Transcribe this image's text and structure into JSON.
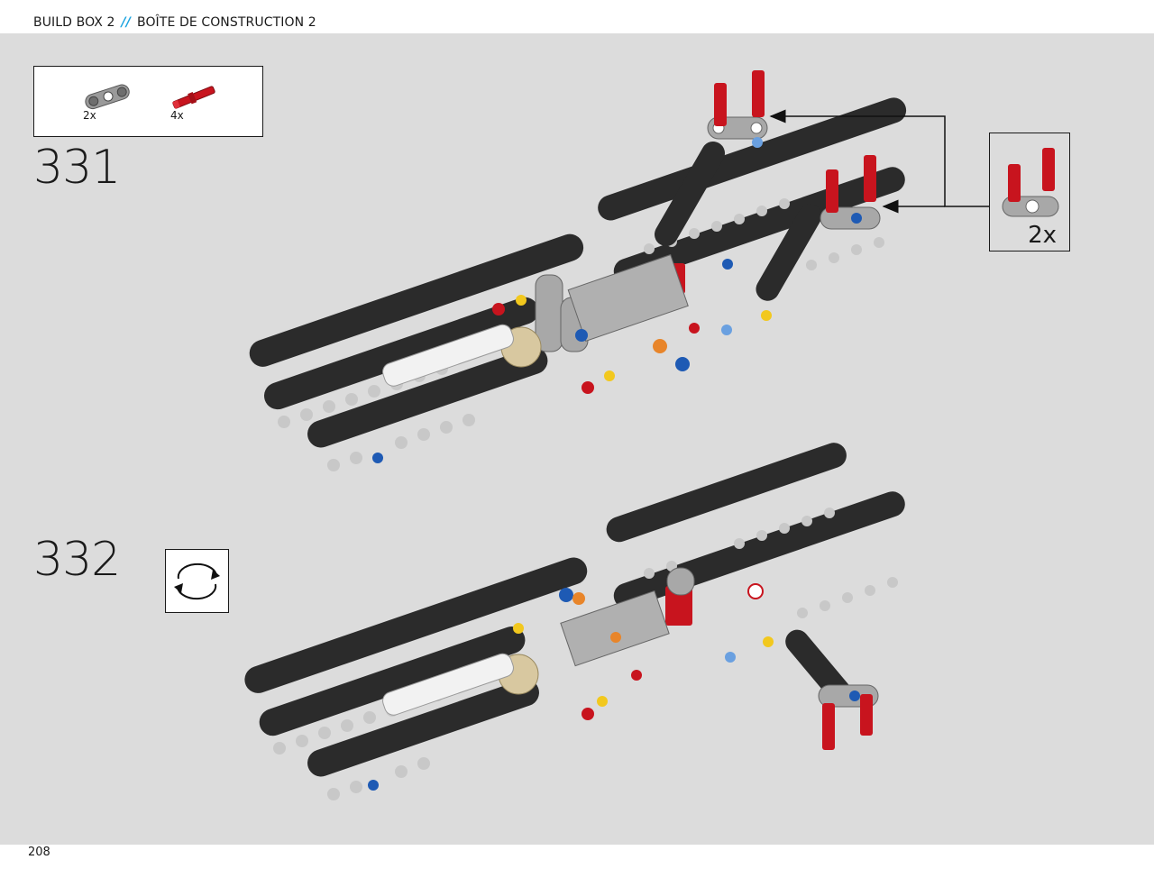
{
  "header": {
    "title_en": "BUILD BOX 2",
    "separator": "//",
    "title_fr": "BOÎTE DE CONSTRUCTION 2"
  },
  "page_number": "208",
  "steps": [
    {
      "number": "331",
      "parts": [
        {
          "icon": "gray-pin-connector-icon",
          "qty": "2x"
        },
        {
          "icon": "red-axle-pin-icon",
          "qty": "4x"
        }
      ],
      "subassembly_qty": "2x"
    },
    {
      "number": "332",
      "rotate_icon": "rotate-model-icon"
    }
  ],
  "colors": {
    "background": "#dcdcdc",
    "beam": "#2b2b2b",
    "light_gray": "#a8a8a8",
    "red": "#c8141e",
    "blue": "#1e5ab4",
    "yellow": "#f2c81e",
    "tan": "#d8c8a0",
    "accent_separator": "#1aa3e0"
  }
}
